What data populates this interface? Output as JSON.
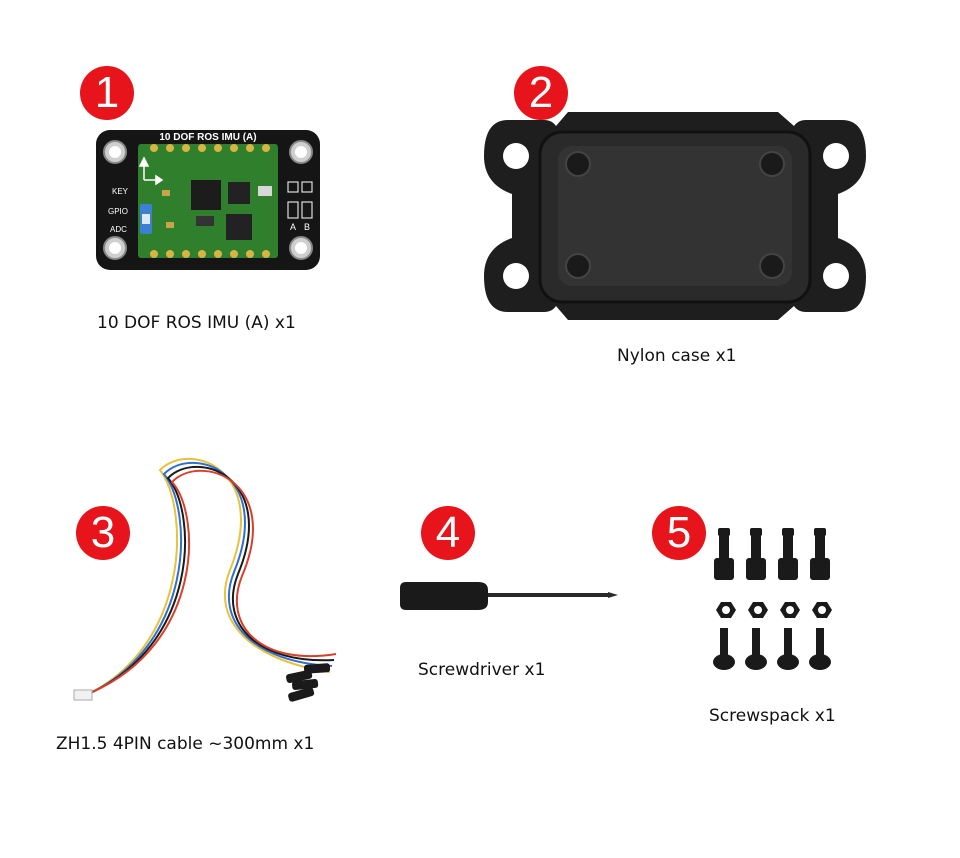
{
  "badge_color": "#e8141b",
  "items": [
    {
      "number": "1",
      "caption": "10 DOF ROS IMU (A) x1",
      "board_title": "10 DOF ROS IMU (A)",
      "labels": [
        "KEY",
        "GPIO",
        "ADC",
        "A",
        "B"
      ]
    },
    {
      "number": "2",
      "caption": "Nylon case x1"
    },
    {
      "number": "3",
      "caption": "ZH1.5 4PIN cable ~300mm x1"
    },
    {
      "number": "4",
      "caption": "Screwdriver x1"
    },
    {
      "number": "5",
      "caption": "Screwspack x1"
    }
  ]
}
